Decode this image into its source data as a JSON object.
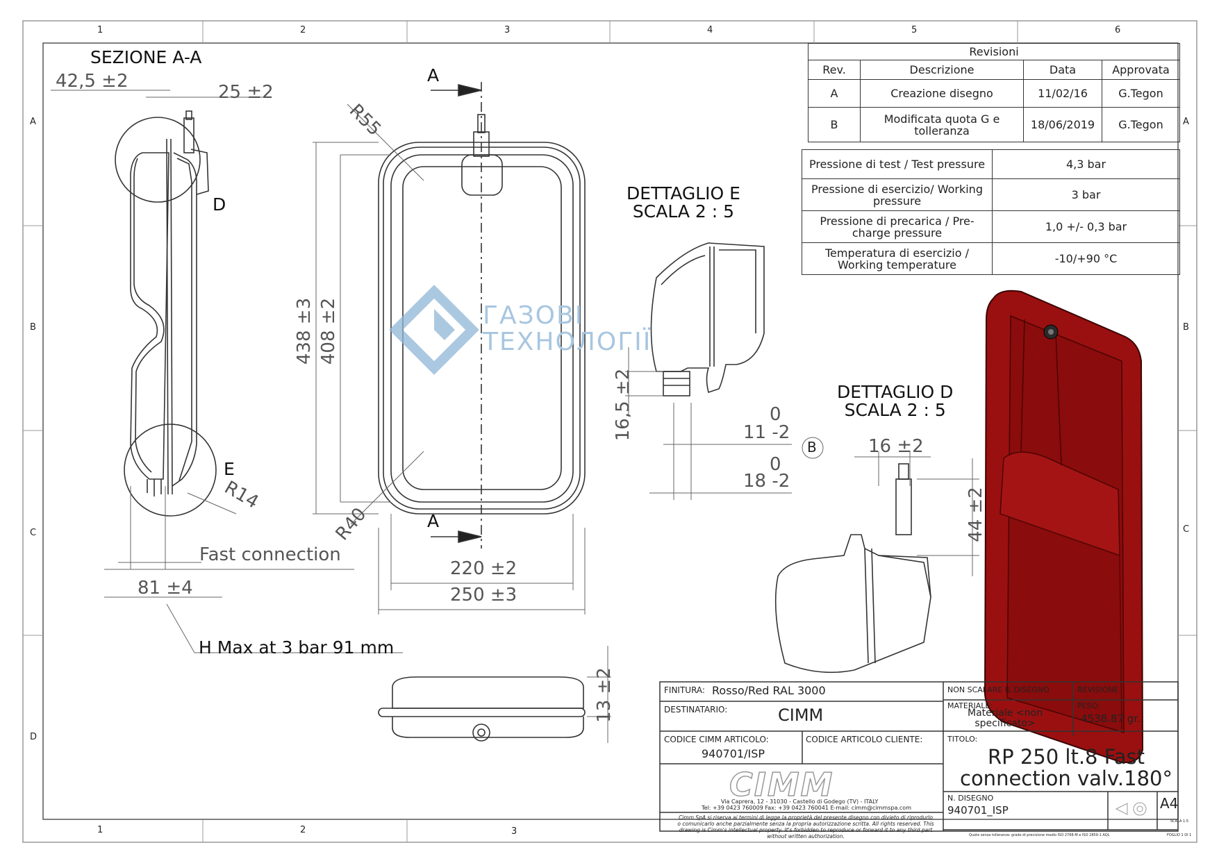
{
  "frame": {
    "columns": [
      "1",
      "2",
      "3",
      "4",
      "5",
      "6"
    ],
    "rows": [
      "A",
      "B",
      "C",
      "D"
    ]
  },
  "views": {
    "section_title": "SEZIONE A-A",
    "detail_e_title": "DETTAGLIO E",
    "detail_d_title": "DETTAGLIO D",
    "detail_scale": "SCALA 2 : 5",
    "label_d": "D",
    "label_e": "E",
    "label_a": "A",
    "label_b": "B",
    "fast_connection": "Fast connection",
    "h_max": "H Max at 3 bar 91 mm"
  },
  "dimensions": {
    "d_42_5": "42,5 ±2",
    "d_25": "25 ±2",
    "d_r55": "R55",
    "d_r14": "R14",
    "d_r40": "R40",
    "d_438": "438 ±3",
    "d_408": "408 ±2",
    "d_81": "81 ±4",
    "d_220": "220 ±2",
    "d_250": "250 ±3",
    "d_13": "13 ±2",
    "d_16_5": "16,5 ±2",
    "d_11_top": "0",
    "d_11": "11 -2",
    "d_18_top": "0",
    "d_18": "18 -2",
    "d_16": "16 ±2",
    "d_44": "44 ±2"
  },
  "watermark": {
    "line1": "ГАЗОВІ",
    "line2": "ТЕХНОЛОГІЇ"
  },
  "revisions": {
    "title": "Revisioni",
    "headers": [
      "Rev.",
      "Descrizione",
      "Data",
      "Approvata"
    ],
    "rows": [
      [
        "A",
        "Creazione disegno",
        "11/02/16",
        "G.Tegon"
      ],
      [
        "B",
        "Modificata quota G e tolleranza",
        "18/06/2019",
        "G.Tegon"
      ]
    ]
  },
  "specs": [
    [
      "Pressione di test / Test pressure",
      "4,3 bar"
    ],
    [
      "Pressione di esercizio/ Working pressure",
      "3 bar"
    ],
    [
      "Pressione di precarica / Pre-charge pressure",
      "1,0 +/- 0,3 bar"
    ],
    [
      "Temperatura di esercizio / Working temperature",
      "-10/+90 °C"
    ]
  ],
  "title_block": {
    "finitura_label": "FINITURA:",
    "finitura_value": "Rosso/Red RAL 3000",
    "non_scalare": "NON SCALARE IL DISEGNO",
    "revisione_label": "REVISIONE",
    "destinatario_label": "DESTINATARIO:",
    "destinatario_value": "CIMM",
    "materiale_label": "MATERIALE:",
    "materiale_value": "Materiale <non specificato>",
    "peso_label": "PESO:",
    "peso_value": "4538.87 gr.",
    "codice_cimm_label": "CODICE CIMM ARTICOLO:",
    "codice_cimm_value": "940701/ISP",
    "codice_cliente_label": "CODICE ARTICOLO CLIENTE:",
    "titolo_label": "TITOLO:",
    "titolo_line1": "RP 250 lt.8 Fast",
    "titolo_line2": "connection valv.180°",
    "logo": "CIMM",
    "address": "Via Caprera, 12 - 31030 - Castello di Godego (TV) - ITALY",
    "contacts": "Tel: +39 0423 760009 Fax: +39 0423 760041 E-mail: cimm@cimmspa.com",
    "disclaimer": "Cimm SpA si riserva ai termini di legge la proprietà del presente disegno con divieto di riprodurlo o comunicarlo anche parzialmente senza la propria autorizzazione scritta. All rights reserved. This drawing is Cimm's intellectual property. It's forbidden to reproduce or forward it to any third part without written authorization.",
    "n_disegno_label": "N. DISEGNO",
    "n_disegno_value": "940701_ISP",
    "format": "A4",
    "scala": "SCALA 1:5",
    "foglio": "FOGLIO 1 DI 1",
    "footer_note": "Quote senza tolleranza: grado di precisione medio ISO 2768-M e ISO 2859-1 AQL"
  },
  "colors": {
    "line": "#333333",
    "tank_red": "#9a1010",
    "tank_dark": "#5a0606",
    "watermark_blue": "#8fb6d8"
  }
}
